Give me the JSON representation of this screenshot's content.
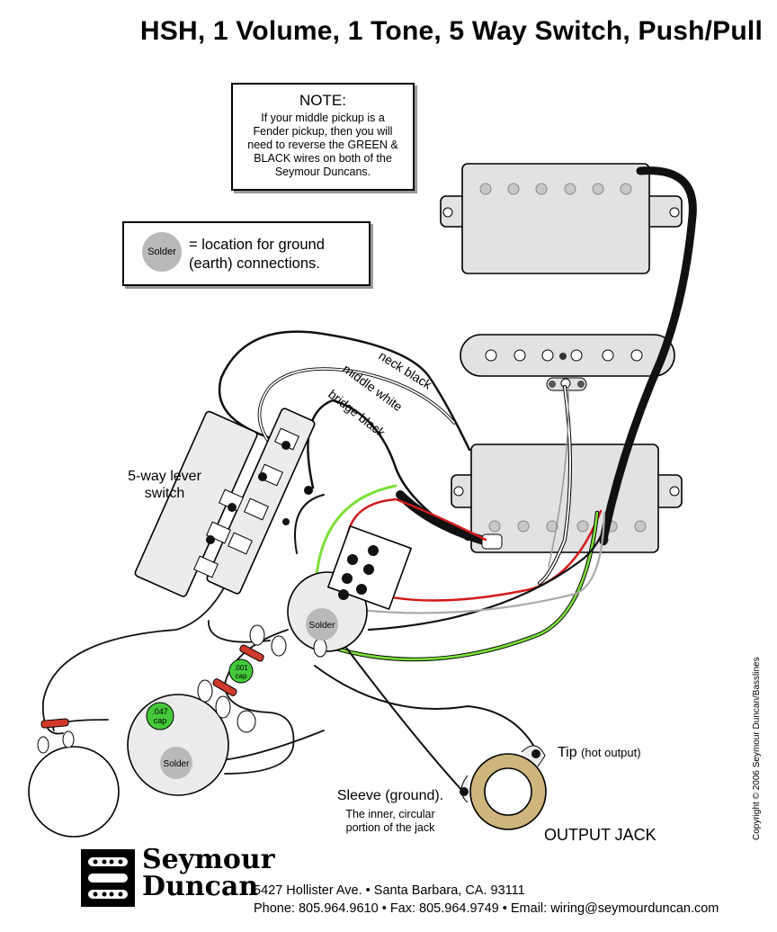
{
  "title": "HSH, 1 Volume, 1 Tone, 5 Way Switch, Push/Pull",
  "note": {
    "heading": "NOTE:",
    "body": "If your middle pickup is a Fender pickup, then you will need to reverse the GREEN & BLACK wires on both of the Seymour Duncans."
  },
  "legend": {
    "solder_label": "Solder",
    "text": "= location for ground (earth) connections."
  },
  "wire_labels": {
    "neck": "neck black",
    "middle": "middle white",
    "bridge": "bridge black"
  },
  "switch_label": "5-way lever switch",
  "solder_spots": [
    "Solder",
    "Solder"
  ],
  "caps": {
    "cap_001_value": ".001",
    "cap_001_unit": "cap",
    "cap_047_value": ".047",
    "cap_047_unit": "cap"
  },
  "tip": {
    "label": "Tip",
    "sub": "(hot output)"
  },
  "sleeve": {
    "label": "Sleeve (ground).",
    "sub": "The inner, circular portion of the jack"
  },
  "output_jack": "OUTPUT JACK",
  "copyright": "Copyright © 2006 Seymour Duncan/Basslines",
  "brand": {
    "line1": "Seymour",
    "line2": "Duncan"
  },
  "address": {
    "line1": "5427 Hollister Ave. • Santa Barbara, CA. 93111",
    "line2": "Phone: 805.964.9610 • Fax: 805.964.9749 • Email: wiring@seymourduncan.com"
  },
  "colors": {
    "wire_red": "#d21a1a",
    "wire_green": "#7ee03c",
    "wire_black": "#111111",
    "wire_white": "#ffffff",
    "pickup_gray": "#e2e2e2",
    "solder_gray": "#b9b9b9",
    "cap_green": "#44c93a",
    "resistor_red": "#d03a2a",
    "jack_brass": "#cdb57b"
  }
}
